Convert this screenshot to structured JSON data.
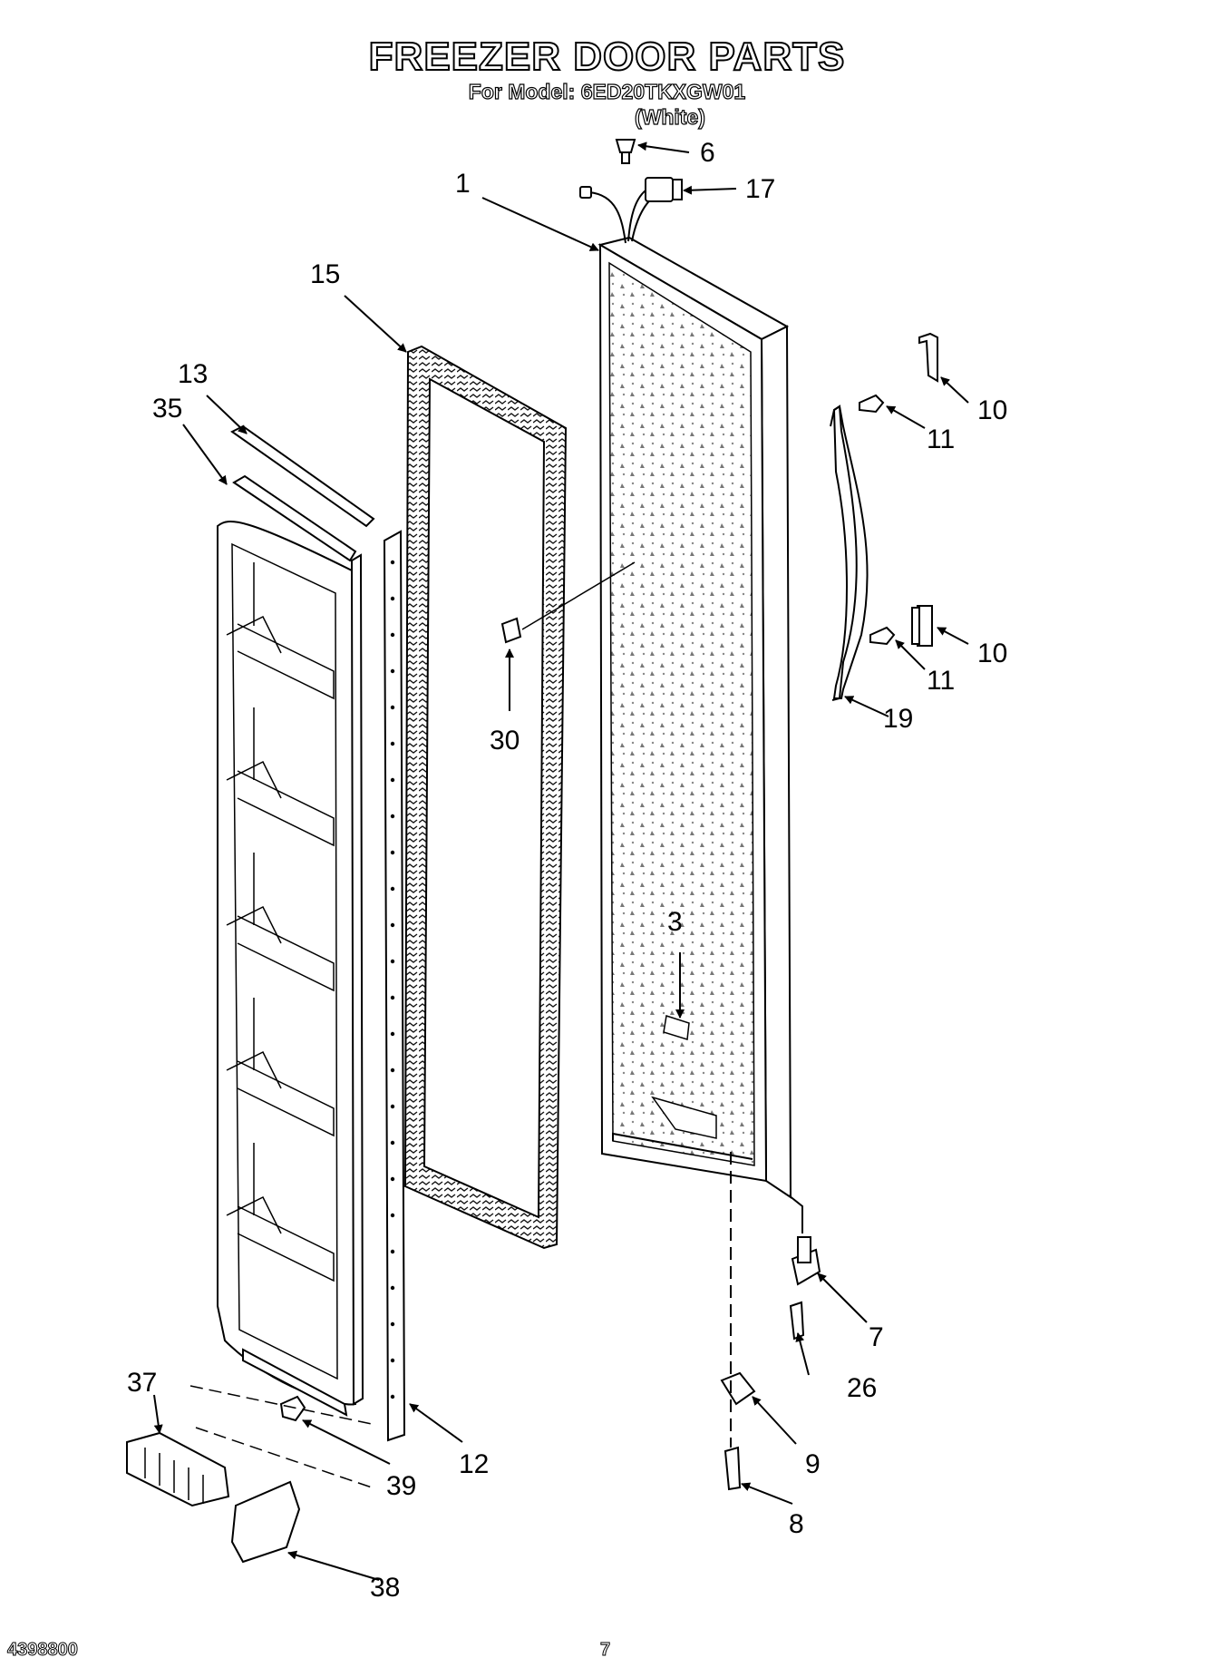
{
  "header": {
    "title": "FREEZER DOOR PARTS",
    "subtitle": "For Model: 6ED20TKXGW01",
    "variant": "(White)"
  },
  "footer": {
    "doc_number": "4398800",
    "page_number": "7"
  },
  "callouts": {
    "c1": "1",
    "c3": "3",
    "c6": "6",
    "c7": "7",
    "c8": "8",
    "c9": "9",
    "c10a": "10",
    "c10b": "10",
    "c11a": "11",
    "c11b": "11",
    "c12": "12",
    "c13": "13",
    "c15": "15",
    "c17": "17",
    "c19": "19",
    "c26": "26",
    "c30": "30",
    "c35": "35",
    "c37": "37",
    "c38": "38",
    "c39": "39"
  }
}
